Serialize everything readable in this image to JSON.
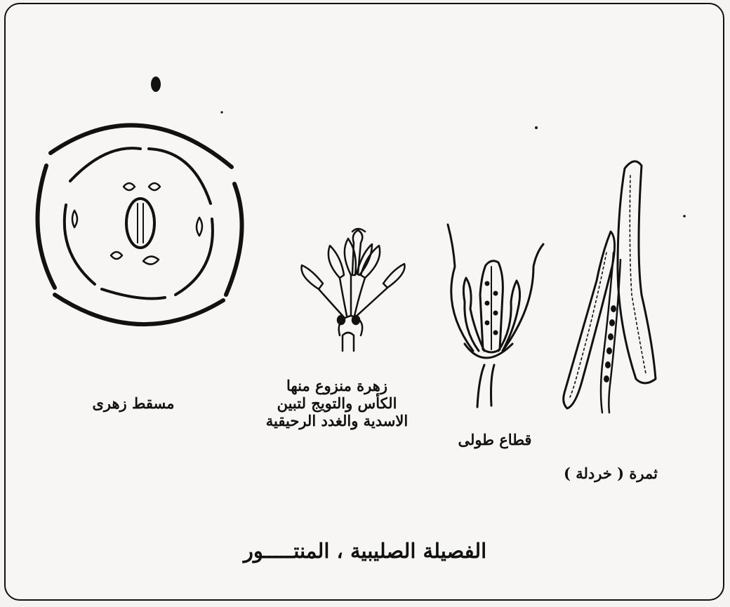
{
  "labels": {
    "floral_diagram": "مسقط زهرى",
    "flower_stripped": [
      "زهرة منزوع منها",
      "الكأس والتويج لتبين",
      "الاسدية والغدد الرحيقية"
    ],
    "longitudinal_section": "قطاع طولى",
    "fruit": "ثمرة ( خردلة )"
  },
  "caption": "الفصيلة الصليبية ، المنتـــــور",
  "colors": {
    "ink": "#111111",
    "paper": "#f7f6f4"
  }
}
